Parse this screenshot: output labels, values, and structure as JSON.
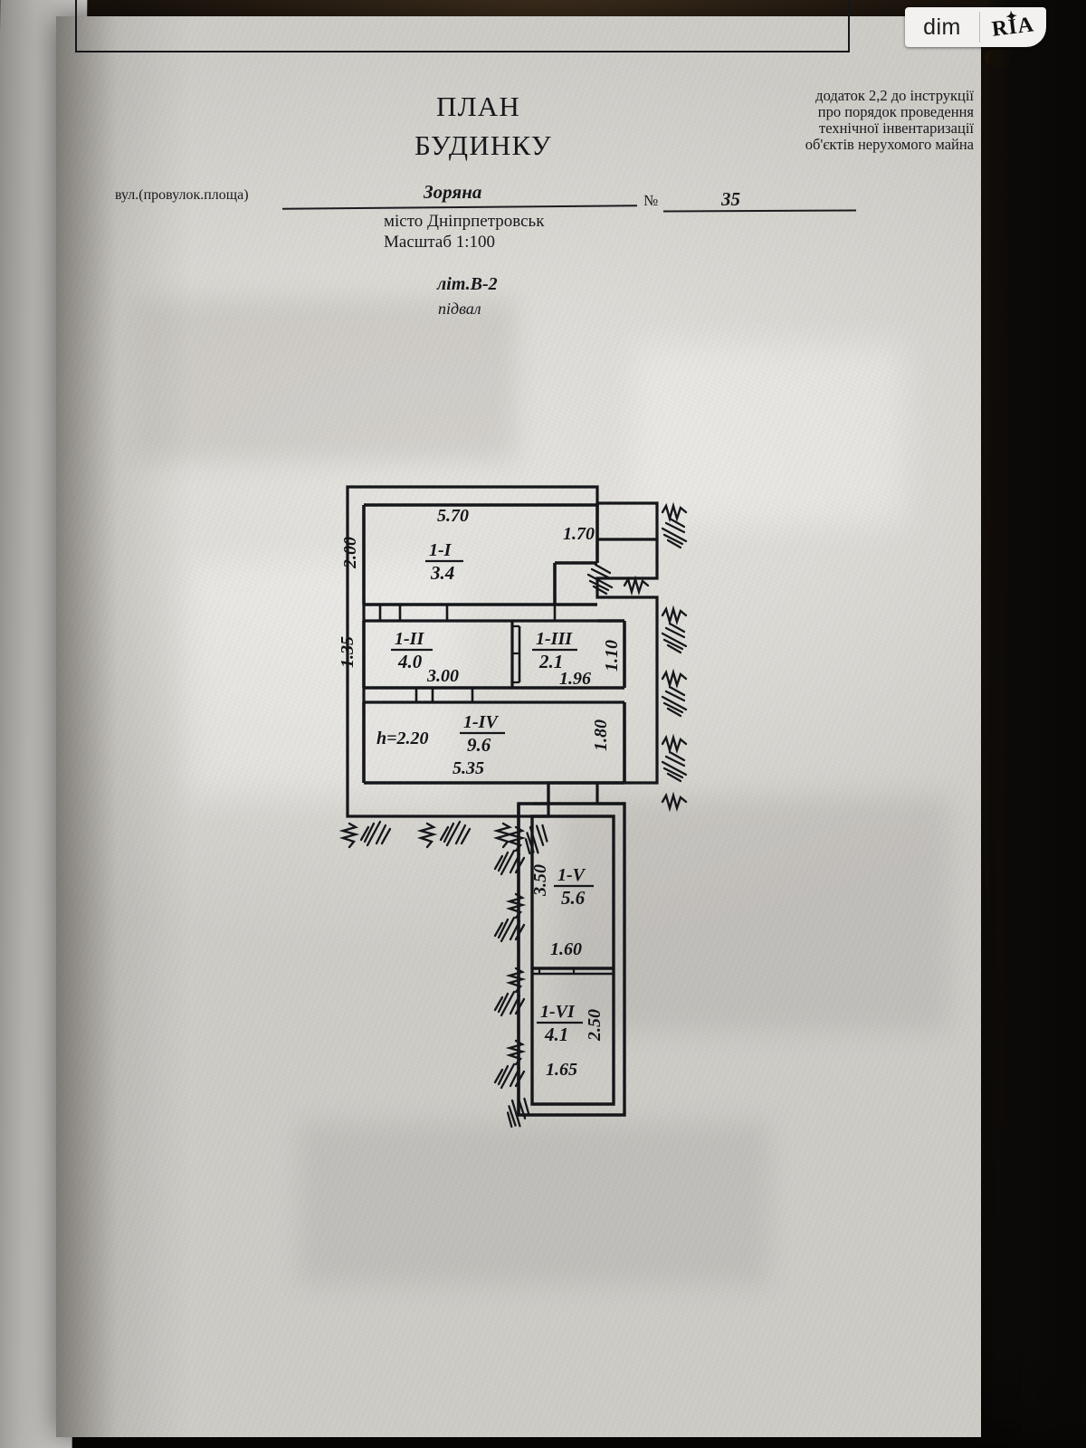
{
  "watermark": {
    "left_text": "dim",
    "right_text": "RIA",
    "star_icon": "star-icon"
  },
  "header": {
    "title_line1": "ПЛАН",
    "title_line2": "БУДИНКУ",
    "note_line1": "додаток 2,2 до інструкції",
    "note_line2": "про порядок проведення",
    "note_line3": "технічної інвентаризації",
    "note_line4": "об'єктів нерухомого майна"
  },
  "address": {
    "field_label": "вул.(провулок.площа)",
    "street_value": "Зоряна",
    "number_label": "№",
    "number_value": "35",
    "city": "місто Дніпрпетровськ",
    "scale": "Масштаб 1:100"
  },
  "building": {
    "literal": "літ.В-2",
    "level": "підвал",
    "ceiling_height_note": "h=2.20"
  },
  "chart_data": {
    "type": "table",
    "title": "План будинку — літ.В-2, підвал",
    "rooms": [
      {
        "id": "1-I",
        "area": "3.4",
        "width": "5.70",
        "height": "2.00"
      },
      {
        "id": "1-II",
        "area": "4.0",
        "width": "3.00",
        "height": "1.35"
      },
      {
        "id": "1-III",
        "area": "2.1",
        "width": "1.96",
        "height": "1.10"
      },
      {
        "id": "1-IV",
        "area": "9.6",
        "width": "5.35",
        "height": "1.80"
      },
      {
        "id": "1-V",
        "area": "5.6",
        "width": "1.60",
        "height": "3.50"
      },
      {
        "id": "1-VI",
        "area": "4.1",
        "width": "1.65",
        "height": "2.50"
      }
    ],
    "extra_dimensions": [
      {
        "label": "1.70"
      }
    ]
  },
  "plan": {
    "r1": {
      "id": "1-I",
      "area": "3.4",
      "w": "5.70",
      "h": "2.00"
    },
    "r2": {
      "id": "1-II",
      "area": "4.0",
      "w": "3.00",
      "h": "1.35"
    },
    "r3": {
      "id": "1-III",
      "area": "2.1",
      "w": "1.96",
      "h": "1.10"
    },
    "r4": {
      "id": "1-IV",
      "area": "9.6",
      "w": "5.35",
      "h": "1.80"
    },
    "r5": {
      "id": "1-V",
      "area": "5.6",
      "w": "1.60",
      "h": "3.50"
    },
    "r6": {
      "id": "1-VI",
      "area": "4.1",
      "w": "1.65",
      "h": "2.50"
    },
    "d_notch": "1.70",
    "h_note": "h=2.20"
  }
}
